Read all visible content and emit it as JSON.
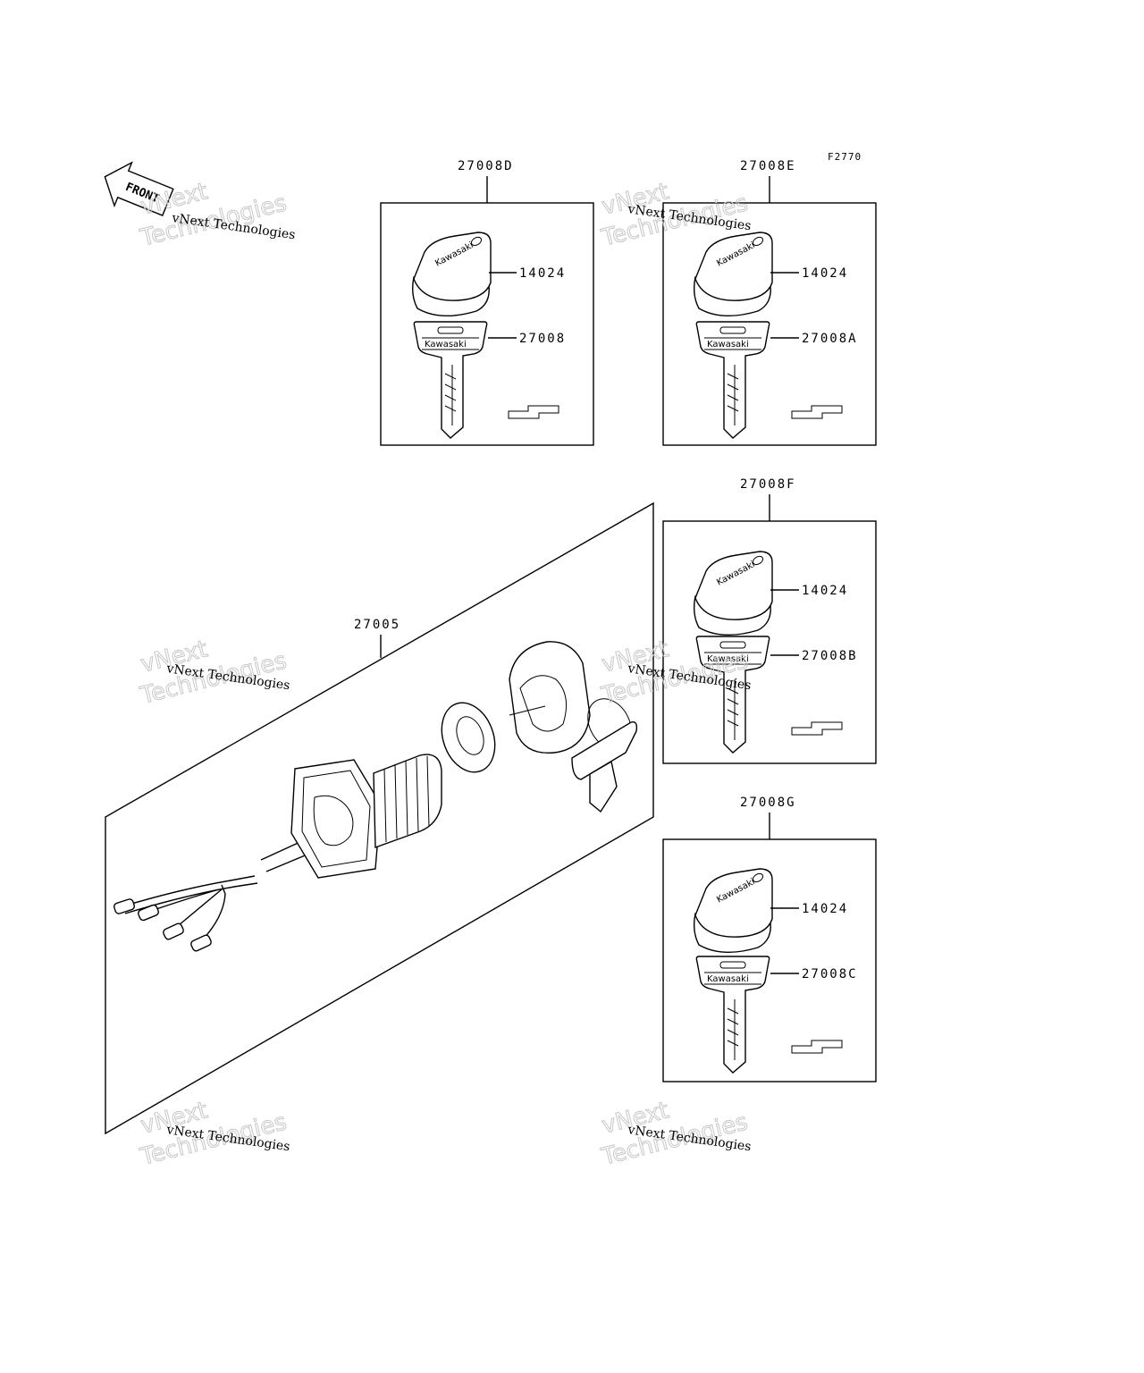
{
  "diagram": {
    "code": "F2770",
    "front_label": "FRONT",
    "watermark": {
      "line1": "vNext Technologies",
      "ghost_line1": "vNext",
      "ghost_line2": "Technologies"
    },
    "main_part": {
      "number": "27005"
    },
    "kits": [
      {
        "kit_number": "27008D",
        "parts": [
          {
            "number": "14024",
            "brand": "Kawasaki"
          },
          {
            "number": "27008",
            "brand": "Kawasaki"
          }
        ]
      },
      {
        "kit_number": "27008E",
        "parts": [
          {
            "number": "14024",
            "brand": "Kawasaki"
          },
          {
            "number": "27008A",
            "brand": "Kawasaki"
          }
        ]
      },
      {
        "kit_number": "27008F",
        "parts": [
          {
            "number": "14024",
            "brand": "Kawasaki"
          },
          {
            "number": "27008B",
            "brand": "Kawasaki"
          }
        ]
      },
      {
        "kit_number": "27008G",
        "parts": [
          {
            "number": "14024",
            "brand": "Kawasaki"
          },
          {
            "number": "27008C",
            "brand": "Kawasaki"
          }
        ]
      }
    ]
  }
}
